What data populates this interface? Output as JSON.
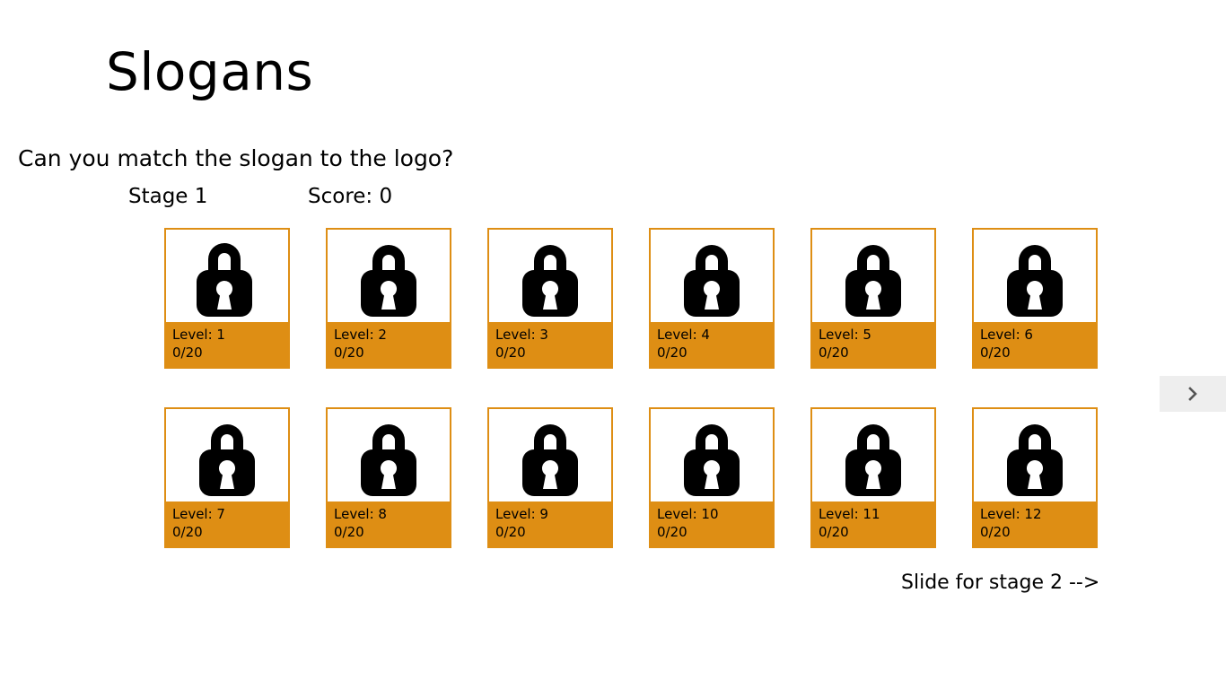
{
  "header": {
    "title": "Slogans",
    "prompt": "Can you match the slogan to the logo?",
    "stage_label": "Stage 1",
    "score_label": "Score: 0"
  },
  "footer": {
    "slide_hint": "Slide for stage 2 -->"
  },
  "controls": {
    "next_stage_icon": "chevron-right-icon"
  },
  "colors": {
    "accent_orange": "#DE8E14",
    "card_border": "#DE8E14",
    "lock_black": "#000000",
    "panel_gray": "#eeeeee",
    "chevron_gray": "#555555",
    "background": "#ffffff"
  },
  "levels": [
    {
      "label": "Level: 1",
      "progress": "0/20",
      "lock_icon": "lock-open-icon",
      "locked": false
    },
    {
      "label": "Level: 2",
      "progress": "0/20",
      "lock_icon": "lock-closed-icon",
      "locked": true
    },
    {
      "label": "Level: 3",
      "progress": "0/20",
      "lock_icon": "lock-closed-icon",
      "locked": true
    },
    {
      "label": "Level: 4",
      "progress": "0/20",
      "lock_icon": "lock-closed-icon",
      "locked": true
    },
    {
      "label": "Level: 5",
      "progress": "0/20",
      "lock_icon": "lock-closed-icon",
      "locked": true
    },
    {
      "label": "Level: 6",
      "progress": "0/20",
      "lock_icon": "lock-closed-icon",
      "locked": true
    },
    {
      "label": "Level: 7",
      "progress": "0/20",
      "lock_icon": "lock-closed-icon",
      "locked": true
    },
    {
      "label": "Level: 8",
      "progress": "0/20",
      "lock_icon": "lock-closed-icon",
      "locked": true
    },
    {
      "label": "Level: 9",
      "progress": "0/20",
      "lock_icon": "lock-closed-icon",
      "locked": true
    },
    {
      "label": "Level: 10",
      "progress": "0/20",
      "lock_icon": "lock-closed-icon",
      "locked": true
    },
    {
      "label": "Level: 11",
      "progress": "0/20",
      "lock_icon": "lock-closed-icon",
      "locked": true
    },
    {
      "label": "Level: 12",
      "progress": "0/20",
      "lock_icon": "lock-closed-icon",
      "locked": true
    }
  ]
}
